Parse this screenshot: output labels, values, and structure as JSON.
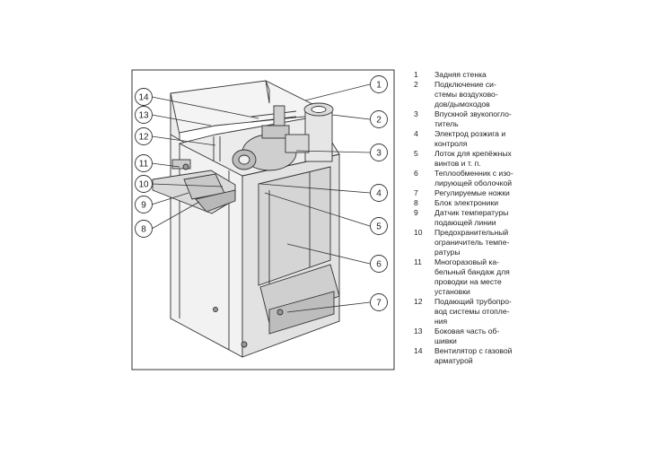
{
  "legend": [
    {
      "num": "1",
      "text": "Задняя стенка"
    },
    {
      "num": "2",
      "text": "Подключение си-\nстемы воздухово-\nдов/дымоходов"
    },
    {
      "num": "3",
      "text": "Впускной звукопогло-\nтитель"
    },
    {
      "num": "4",
      "text": "Электрод розжига и\nконтроля"
    },
    {
      "num": "5",
      "text": "Лоток для крепёжных\nвинтов и т. п."
    },
    {
      "num": "6",
      "text": "Теплообменник с изо-\nлирующей оболочкой"
    },
    {
      "num": "7",
      "text": "Регулируемые ножки"
    },
    {
      "num": "8",
      "text": "Блок электроники"
    },
    {
      "num": "9",
      "text": "Датчик температуры\nподающей линии"
    },
    {
      "num": "10",
      "text": "Предохранительный\nограничитель темпе-\nратуры"
    },
    {
      "num": "11",
      "text": "Многоразовый ка-\nбельный бандаж для\nпроводки на месте\nустановки"
    },
    {
      "num": "12",
      "text": "Подающий трубопро-\nвод системы отопле-\nния"
    },
    {
      "num": "13",
      "text": "Боковая часть об-\nшивки"
    },
    {
      "num": "14",
      "text": "Вентилятор с газовой\nарматурой"
    }
  ],
  "callouts": [
    "1",
    "2",
    "3",
    "4",
    "5",
    "6",
    "7",
    "8",
    "9",
    "10",
    "11",
    "12",
    "13",
    "14"
  ]
}
